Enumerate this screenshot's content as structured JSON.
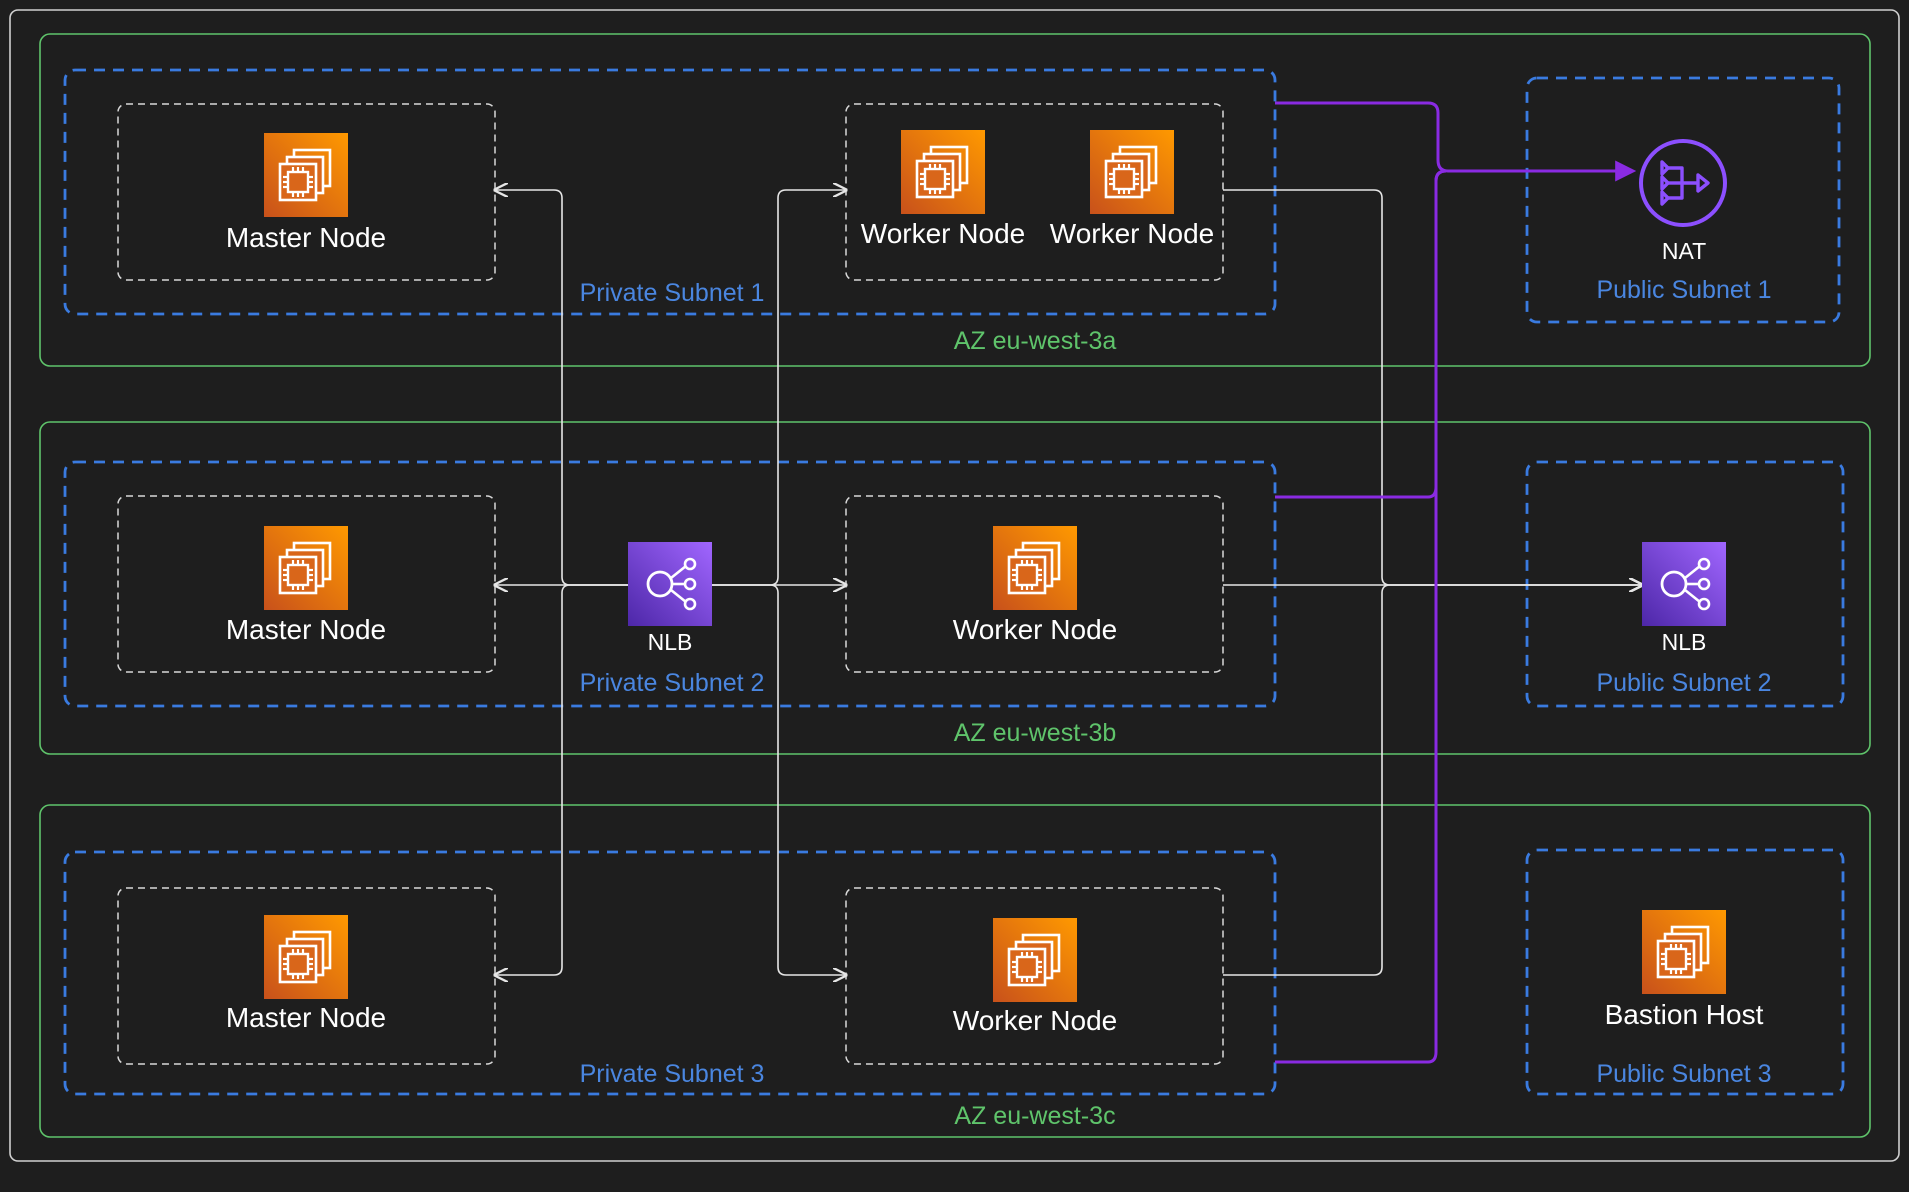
{
  "colors": {
    "background": "#1e1e1e",
    "frame": "#d0d0d0",
    "az_border": "#5fc46b",
    "subnet_border": "#3a7be0",
    "node_box_border": "#d8d8d8",
    "ec2_icon": "#ed7100",
    "nlb_icon": "#8c4fff",
    "nat_icon": "#8c4fff",
    "purple_route": "#8a2be2",
    "white_connector": "#e6e6e6"
  },
  "availability_zones": [
    {
      "label": "AZ eu-west-3a"
    },
    {
      "label": "AZ eu-west-3b"
    },
    {
      "label": "AZ eu-west-3c"
    }
  ],
  "private_subnets": [
    {
      "label": "Private Subnet 1"
    },
    {
      "label": "Private Subnet 2"
    },
    {
      "label": "Private Subnet 3"
    }
  ],
  "public_subnets": [
    {
      "label": "Public Subnet 1"
    },
    {
      "label": "Public Subnet 2"
    },
    {
      "label": "Public Subnet 3"
    }
  ],
  "nodes": {
    "master_1": "Master Node",
    "master_2": "Master Node",
    "master_3": "Master Node",
    "worker_1a": "Worker Node",
    "worker_1b": "Worker Node",
    "worker_2": "Worker Node",
    "worker_3": "Worker Node",
    "internal_nlb": "NLB",
    "public_nlb": "NLB",
    "nat": "NAT",
    "bastion": "Bastion Host"
  },
  "icons": {
    "ec2": "ec2-instance-icon",
    "nlb": "network-load-balancer-icon",
    "nat": "nat-gateway-icon"
  }
}
